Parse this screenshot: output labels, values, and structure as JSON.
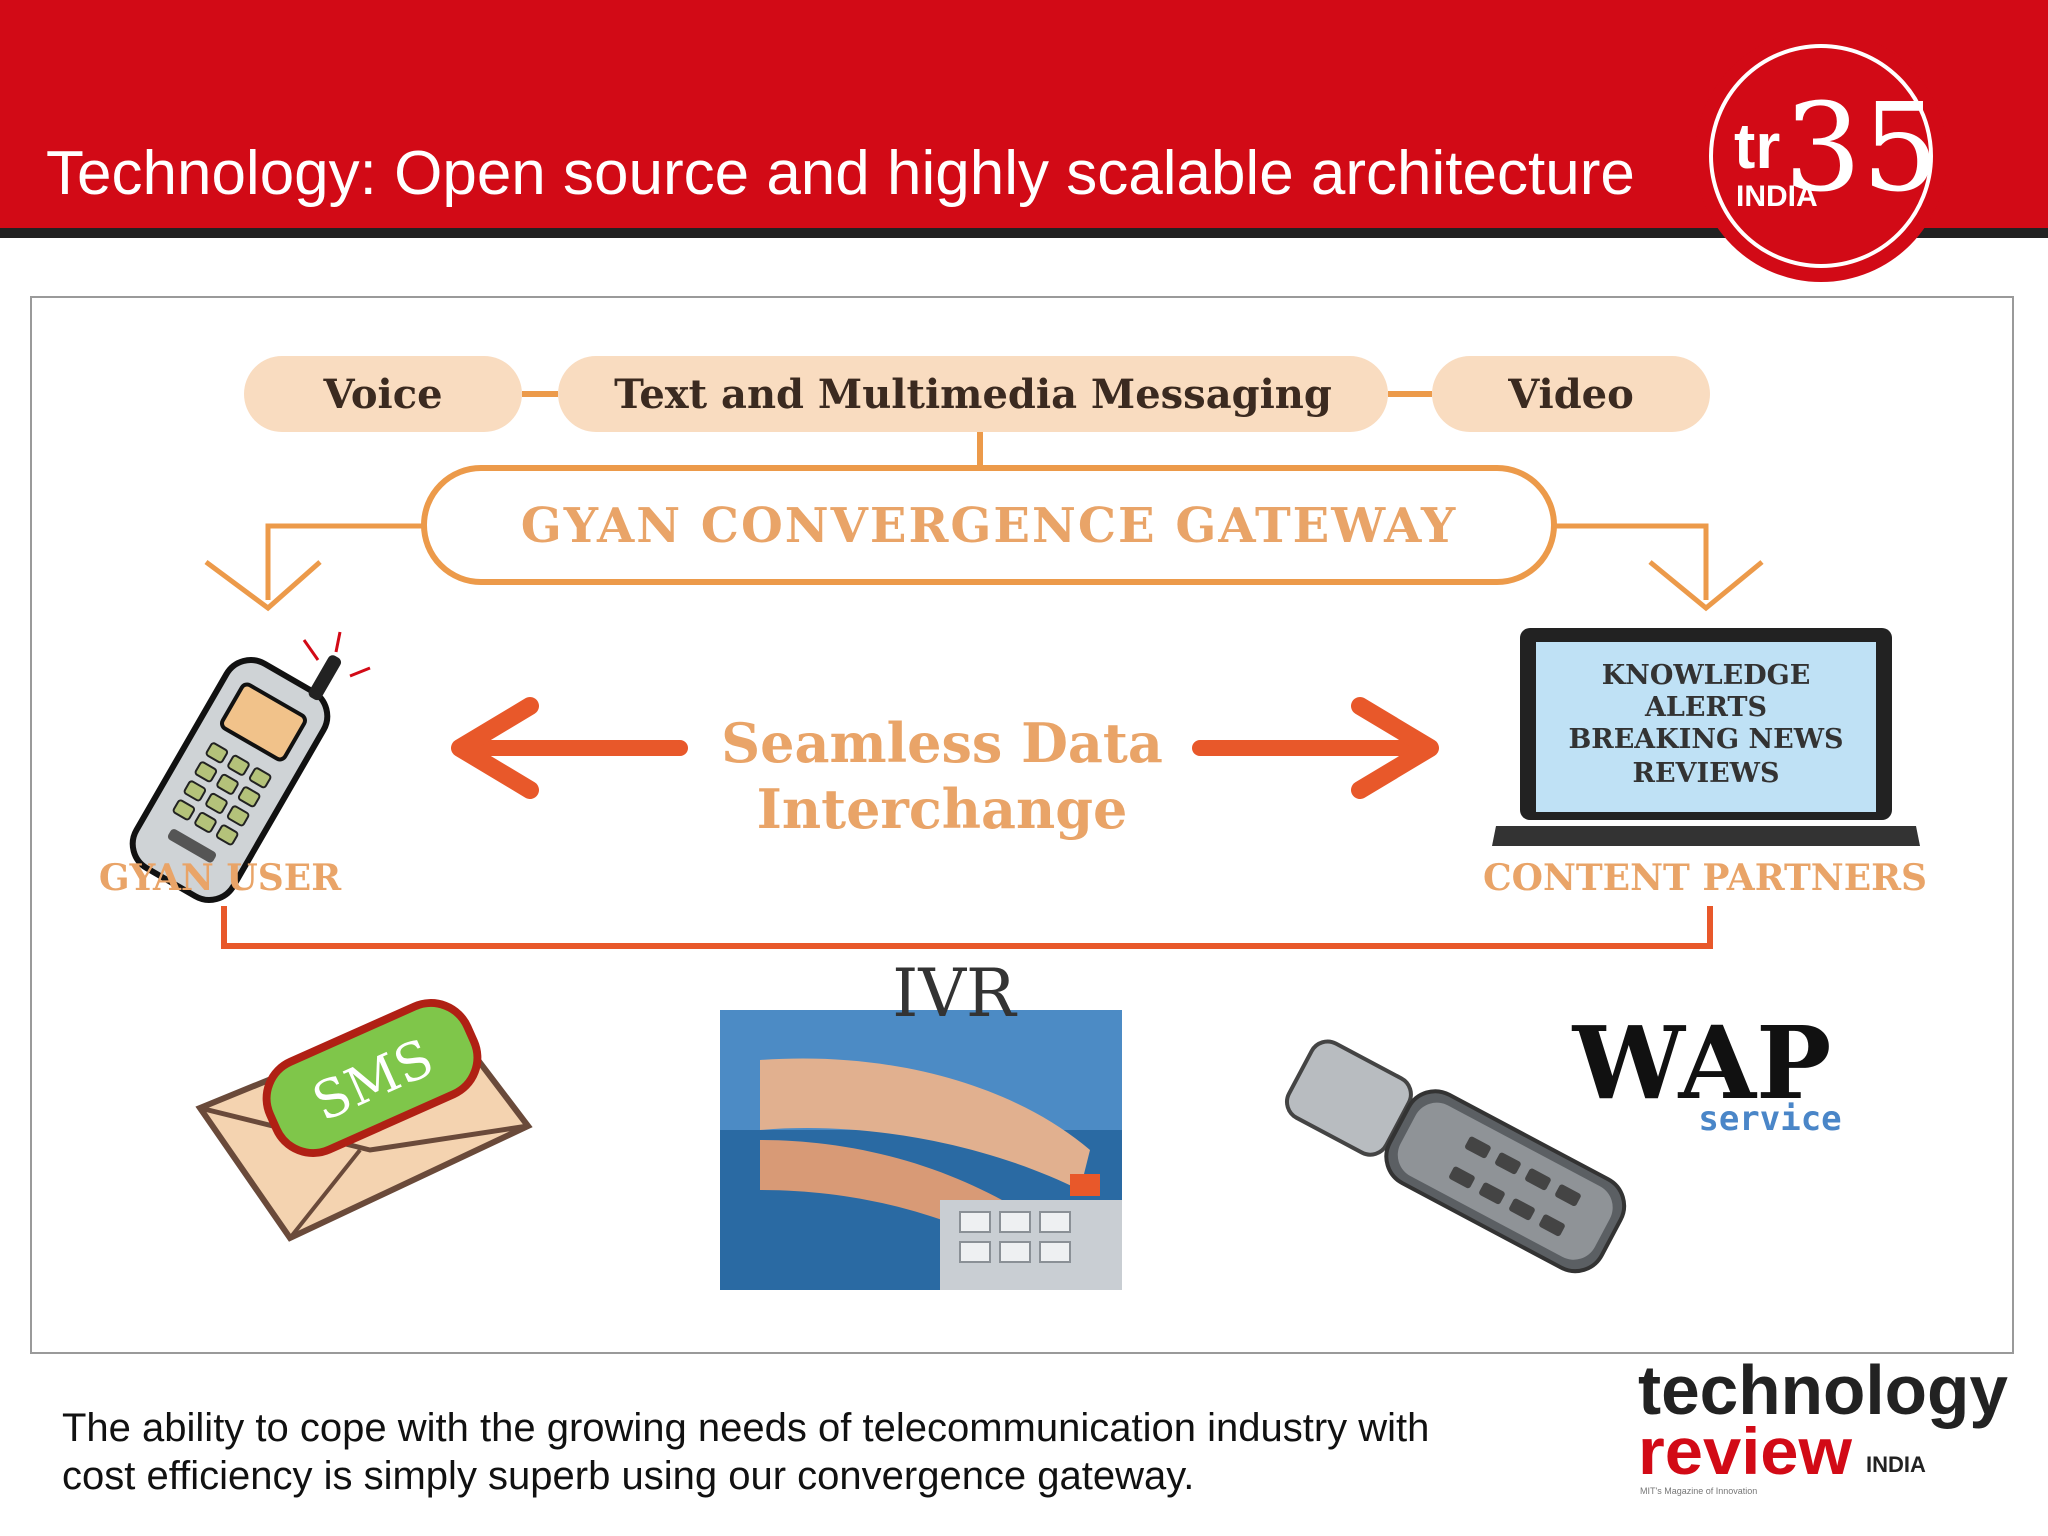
{
  "header": {
    "title": "Technology: Open source and highly scalable architecture",
    "badge_text_tr": "tr",
    "badge_text_india": "INDIA",
    "badge_text_num": "35"
  },
  "diagram": {
    "channels": [
      "Voice",
      "Text and Multimedia Messaging",
      "Video"
    ],
    "gateway": "GYAN CONVERGENCE GATEWAY",
    "exchange_line1": "Seamless Data",
    "exchange_line2": "Interchange",
    "left_label": "GYAN USER",
    "right_label": "CONTENT PARTNERS",
    "screen_lines": [
      "KNOWLEDGE",
      "ALERTS",
      "BREAKING NEWS",
      "REVIEWS"
    ],
    "sms_label": "SMS",
    "ivr_label": "IVR",
    "wap_label": "WAP",
    "wap_sub": "service"
  },
  "caption": "The ability to cope with the growing needs of telecommunication industry with cost efficiency is simply superb using our convergence gateway.",
  "footer_logo": {
    "line1": "technology",
    "line2": "review",
    "india": "INDIA",
    "tagline": "MIT's Magazine of Innovation"
  },
  "colors": {
    "header_red": "#d20a16",
    "pill_fill": "#f9dcc0",
    "line_orange": "#ec9a4a",
    "arrow_orange": "#e8582a"
  }
}
